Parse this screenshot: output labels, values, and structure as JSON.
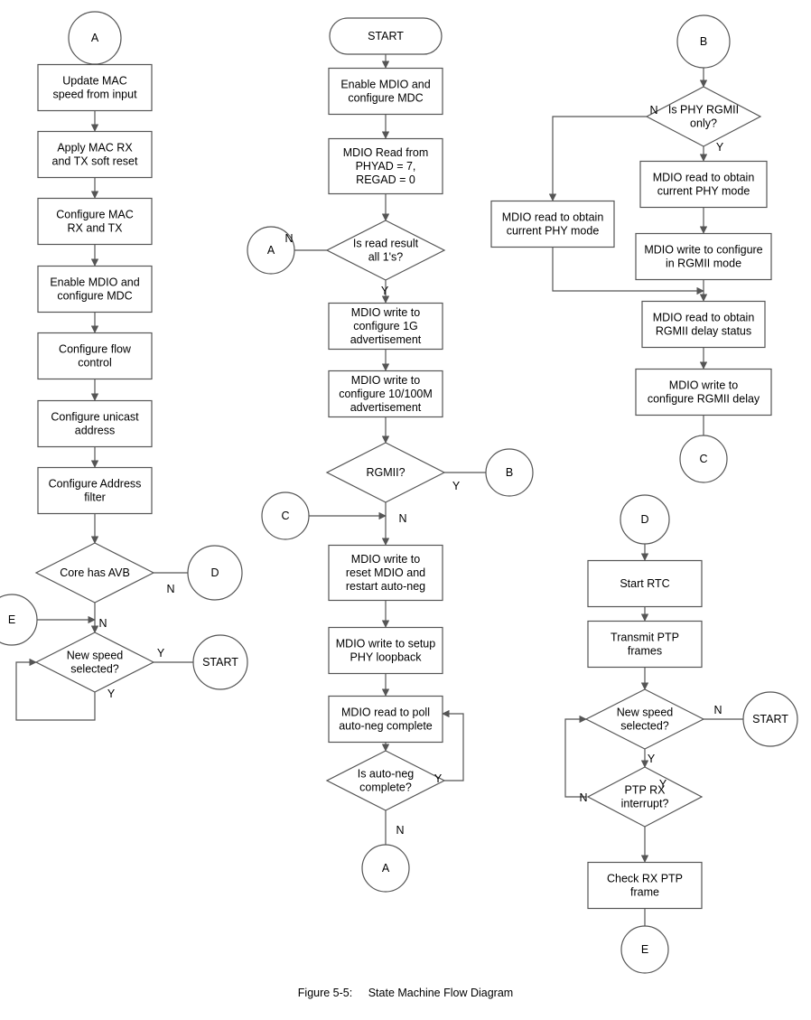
{
  "caption": {
    "number": "Figure 5-5:",
    "title": "State Machine Flow Diagram"
  },
  "nodes": [
    {
      "id": "a1",
      "type": "circle",
      "lines": [
        "A"
      ]
    },
    {
      "id": "a2",
      "type": "process",
      "lines": [
        "Update MAC",
        "speed from input"
      ]
    },
    {
      "id": "a3",
      "type": "process",
      "lines": [
        "Apply MAC RX",
        "and TX soft reset"
      ]
    },
    {
      "id": "a4",
      "type": "process",
      "lines": [
        "Configure MAC",
        "RX and TX"
      ]
    },
    {
      "id": "a5",
      "type": "process",
      "lines": [
        "Enable MDIO and",
        "configure MDC"
      ]
    },
    {
      "id": "a6",
      "type": "process",
      "lines": [
        "Configure flow",
        "control"
      ]
    },
    {
      "id": "a7",
      "type": "process",
      "lines": [
        "Configure unicast",
        "address"
      ]
    },
    {
      "id": "a8",
      "type": "process",
      "lines": [
        "Configure Address",
        "filter"
      ]
    },
    {
      "id": "a9",
      "type": "decision",
      "lines": [
        "Core has AVB"
      ]
    },
    {
      "id": "a10",
      "type": "circle",
      "lines": [
        "D"
      ]
    },
    {
      "id": "a11",
      "type": "circle",
      "lines": [
        "E"
      ]
    },
    {
      "id": "a12",
      "type": "decision",
      "lines": [
        "New speed",
        "selected?"
      ]
    },
    {
      "id": "a13",
      "type": "circle",
      "lines": [
        "START"
      ]
    },
    {
      "id": "m1",
      "type": "terminal",
      "lines": [
        "START"
      ]
    },
    {
      "id": "m2",
      "type": "process",
      "lines": [
        "Enable MDIO and",
        "configure MDC"
      ]
    },
    {
      "id": "m3",
      "type": "process",
      "lines": [
        "MDIO Read from",
        "PHYAD = 7,",
        "REGAD = 0"
      ]
    },
    {
      "id": "m4",
      "type": "decision",
      "lines": [
        "Is read result",
        "all 1's?"
      ]
    },
    {
      "id": "m5",
      "type": "circle",
      "lines": [
        "A"
      ]
    },
    {
      "id": "m6",
      "type": "process",
      "lines": [
        "MDIO write to",
        "configure 1G",
        "advertisement"
      ]
    },
    {
      "id": "m7",
      "type": "process",
      "lines": [
        "MDIO write to",
        "configure 10/100M",
        "advertisement"
      ]
    },
    {
      "id": "m8",
      "type": "decision",
      "lines": [
        "RGMII?"
      ]
    },
    {
      "id": "m9",
      "type": "circle",
      "lines": [
        "B"
      ]
    },
    {
      "id": "m10",
      "type": "circle",
      "lines": [
        "C"
      ]
    },
    {
      "id": "m11",
      "type": "process",
      "lines": [
        "MDIO write to",
        "reset MDIO and",
        "restart auto-neg"
      ]
    },
    {
      "id": "m12",
      "type": "process",
      "lines": [
        "MDIO write to setup",
        "PHY loopback"
      ]
    },
    {
      "id": "m13",
      "type": "process",
      "lines": [
        "MDIO read to poll",
        "auto-neg complete"
      ]
    },
    {
      "id": "m14",
      "type": "decision",
      "lines": [
        "Is auto-neg",
        "complete?"
      ]
    },
    {
      "id": "m15",
      "type": "circle",
      "lines": [
        "A"
      ]
    },
    {
      "id": "b1",
      "type": "circle",
      "lines": [
        "B"
      ]
    },
    {
      "id": "b2",
      "type": "decision",
      "lines": [
        "Is PHY RGMII",
        "only?"
      ]
    },
    {
      "id": "b3",
      "type": "process",
      "lines": [
        "MDIO read to obtain",
        "current PHY mode"
      ]
    },
    {
      "id": "b4",
      "type": "process",
      "lines": [
        "MDIO read to obtain",
        "current PHY mode"
      ]
    },
    {
      "id": "b5",
      "type": "process",
      "lines": [
        "MDIO write to configure",
        "in RGMII mode"
      ]
    },
    {
      "id": "b6",
      "type": "process",
      "lines": [
        "MDIO read to obtain",
        "RGMII delay status"
      ]
    },
    {
      "id": "b7",
      "type": "process",
      "lines": [
        "MDIO write to",
        "configure RGMII delay"
      ]
    },
    {
      "id": "b8",
      "type": "circle",
      "lines": [
        "C"
      ]
    },
    {
      "id": "d1",
      "type": "circle",
      "lines": [
        "D"
      ]
    },
    {
      "id": "d2",
      "type": "process",
      "lines": [
        "Start RTC"
      ]
    },
    {
      "id": "d3",
      "type": "process",
      "lines": [
        "Transmit PTP",
        "frames"
      ]
    },
    {
      "id": "d4",
      "type": "decision",
      "lines": [
        "New speed",
        "selected?"
      ]
    },
    {
      "id": "d5",
      "type": "circle",
      "lines": [
        "START"
      ]
    },
    {
      "id": "d6",
      "type": "decision",
      "lines": [
        "PTP RX",
        "interrupt?"
      ]
    },
    {
      "id": "d7",
      "type": "process",
      "lines": [
        "Check RX PTP",
        "frame"
      ]
    },
    {
      "id": "d8",
      "type": "circle",
      "lines": [
        "E"
      ]
    }
  ],
  "edge_labels": [
    {
      "id": "l1",
      "text": "Y"
    },
    {
      "id": "l2",
      "text": "N"
    },
    {
      "id": "l3",
      "text": "Y"
    },
    {
      "id": "l4",
      "text": "N"
    },
    {
      "id": "l5",
      "text": "Y"
    },
    {
      "id": "l6",
      "text": "N"
    },
    {
      "id": "l7",
      "text": "Y"
    },
    {
      "id": "l8",
      "text": "N"
    },
    {
      "id": "l9",
      "text": "N"
    },
    {
      "id": "l10",
      "text": "Y"
    },
    {
      "id": "l11",
      "text": "Y"
    },
    {
      "id": "l12",
      "text": "N"
    },
    {
      "id": "l13",
      "text": "Y"
    },
    {
      "id": "l14",
      "text": "N"
    },
    {
      "id": "l15",
      "text": "N"
    },
    {
      "id": "l16",
      "text": "Y"
    }
  ]
}
